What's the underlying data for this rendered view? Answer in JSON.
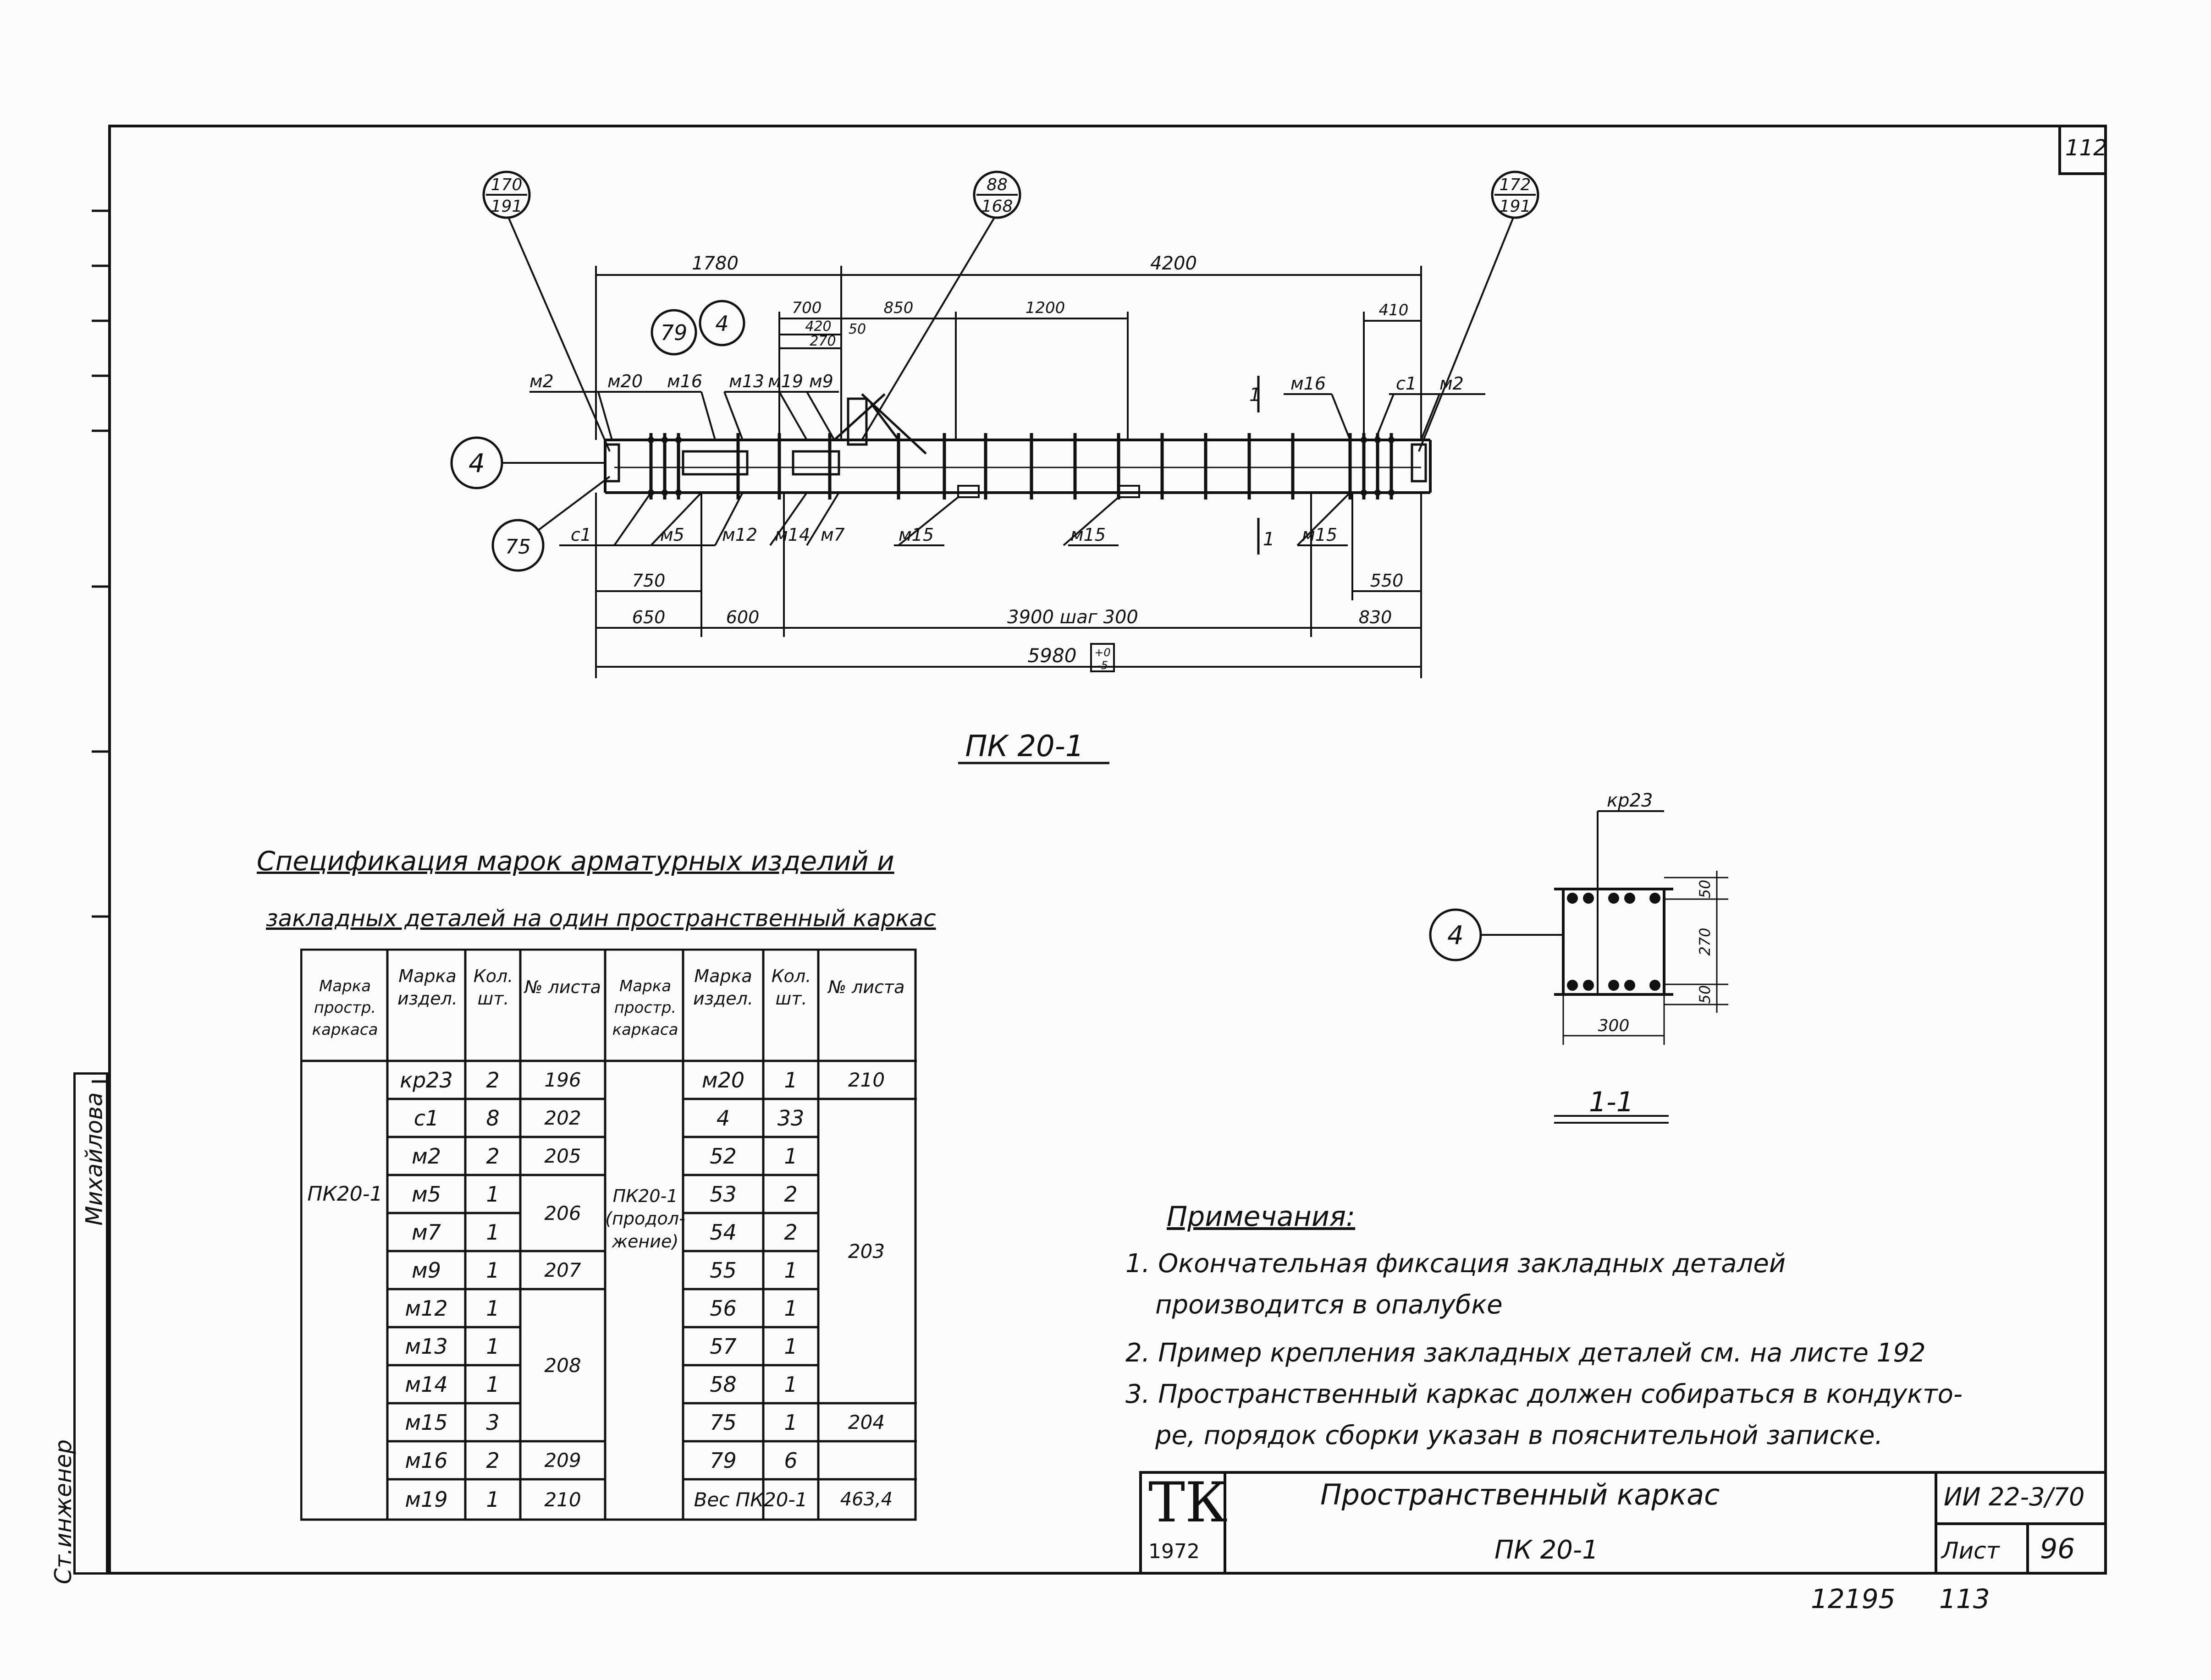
{
  "sheet": {
    "page_number": "112",
    "bottom_code": "12195",
    "bottom_page": "113",
    "side_stamp": {
      "role": "Ст.инженер",
      "name": "Михайлова"
    }
  },
  "elevation": {
    "title": "ПК 20-1",
    "callouts": [
      {
        "top": "170",
        "bottom": "191"
      },
      {
        "top": "88",
        "bottom": "168"
      },
      {
        "top": "172",
        "bottom": "191"
      }
    ],
    "circle_labels": [
      "79",
      "4",
      "4",
      "75"
    ],
    "top_dims": [
      "1780",
      "4200",
      "700",
      "850",
      "1200",
      "410",
      "420",
      "50",
      "270"
    ],
    "top_marks": [
      "м2",
      "м20",
      "м16",
      "м13",
      "м19",
      "м9",
      "м16",
      "с1",
      "м2"
    ],
    "bottom_marks": [
      "с1",
      "м5",
      "м12",
      "м14",
      "м7",
      "м15",
      "м15",
      "м15"
    ],
    "section_mark": "1",
    "bottom_dims": [
      "750",
      "550",
      "650",
      "600",
      "3900 шаг 300",
      "830",
      "5980"
    ],
    "tolerance": {
      "plus": "+0",
      "minus": "-5"
    }
  },
  "section": {
    "title": "1-1",
    "mark": "кр23",
    "circle": "4",
    "dims": [
      "50",
      "270",
      "50",
      "300"
    ]
  },
  "spec": {
    "title_line1": "Спецификация марок арматурных изделий и",
    "title_line2": "закладных деталей на один пространственный каркас",
    "headers": [
      "Марка простр. каркаса",
      "Марка издел.",
      "Кол. шт.",
      "№ листа",
      "Марка простр. каркаса",
      "Марка издел.",
      "Кол. шт.",
      "№ листа"
    ],
    "left_frame": "ПК20-1",
    "right_frame": "ПК20-1 (продол- жение)",
    "left_items": [
      {
        "mark": "кр23",
        "qty": "2"
      },
      {
        "mark": "с1",
        "qty": "8"
      },
      {
        "mark": "м2",
        "qty": "2"
      },
      {
        "mark": "м5",
        "qty": "1"
      },
      {
        "mark": "м7",
        "qty": "1"
      },
      {
        "mark": "м9",
        "qty": "1"
      },
      {
        "mark": "м12",
        "qty": "1"
      },
      {
        "mark": "м13",
        "qty": "1"
      },
      {
        "mark": "м14",
        "qty": "1"
      },
      {
        "mark": "м15",
        "qty": "3"
      },
      {
        "mark": "м16",
        "qty": "2"
      },
      {
        "mark": "м19",
        "qty": "1"
      }
    ],
    "left_sheets": [
      "196",
      "202",
      "205",
      "206",
      "207",
      "208",
      "209",
      "210"
    ],
    "right_items": [
      {
        "mark": "м20",
        "qty": "1"
      },
      {
        "mark": "4",
        "qty": "33"
      },
      {
        "mark": "52",
        "qty": "1"
      },
      {
        "mark": "53",
        "qty": "2"
      },
      {
        "mark": "54",
        "qty": "2"
      },
      {
        "mark": "55",
        "qty": "1"
      },
      {
        "mark": "56",
        "qty": "1"
      },
      {
        "mark": "57",
        "qty": "1"
      },
      {
        "mark": "58",
        "qty": "1"
      },
      {
        "mark": "75",
        "qty": "1"
      },
      {
        "mark": "79",
        "qty": "6"
      }
    ],
    "right_sheets": [
      "210",
      "203",
      "204"
    ],
    "weight_label": "Вес ПК20-1",
    "weight_value": "463,4"
  },
  "notes": {
    "heading": "Примечания:",
    "items": [
      "1. Окончательная фиксация закладных деталей",
      "производится в опалубке",
      "2. Пример крепления закладных деталей см. на листе 192",
      "3. Пространственный каркас должен собираться в кондукто-",
      "ре, порядок сборки указан в пояснительной записке."
    ]
  },
  "title_block": {
    "logo": "ТК",
    "year": "1972",
    "name_line1": "Пространственный каркас",
    "name_line2": "ПК 20-1",
    "series": "ИИ 22-3/70",
    "sheet_label": "Лист",
    "sheet_no": "96"
  }
}
